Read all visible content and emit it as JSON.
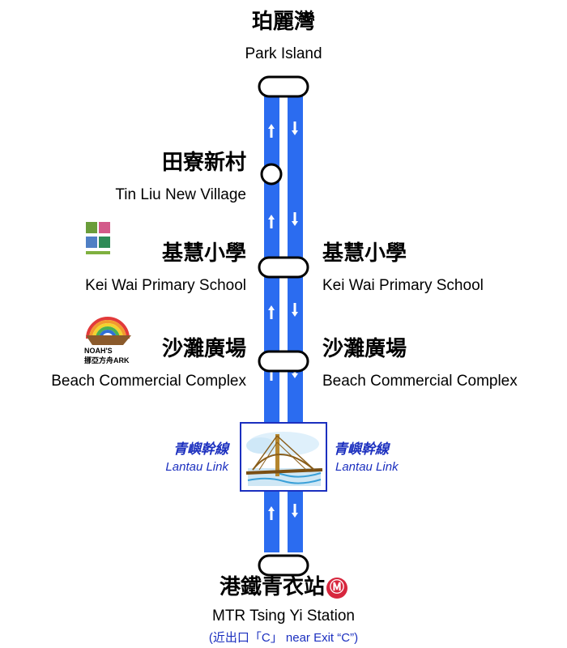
{
  "stops": {
    "park_island": {
      "zh": "珀麗灣",
      "en": "Park Island"
    },
    "tin_liu": {
      "zh": "田寮新村",
      "en": "Tin Liu New Village"
    },
    "kei_wai_left": {
      "zh": "基慧小學",
      "en": "Kei Wai Primary School"
    },
    "kei_wai_right": {
      "zh": "基慧小學",
      "en": "Kei Wai Primary School"
    },
    "beach_left": {
      "zh": "沙灘廣場",
      "en": "Beach Commercial Complex"
    },
    "beach_right": {
      "zh": "沙灘廣場",
      "en": "Beach Commercial Complex"
    },
    "mtr": {
      "zh": "港鐵青衣站",
      "en": "MTR Tsing Yi Station",
      "note": "(近出口「C」 near Exit “C”)"
    }
  },
  "lantau_link": {
    "left": {
      "zh": "青嶼幹線",
      "en": "Lantau Link"
    },
    "right": {
      "zh": "青嶼幹線",
      "en": "Lantau Link"
    }
  },
  "logos": {
    "school": "schoolhouse-logo",
    "noahs": {
      "text": "NOAH'S",
      "sub": "挪亞方舟ARK"
    },
    "mtr": "mtr-logo"
  },
  "colors": {
    "route": "#2b6cf0",
    "link_text": "#1b2fbf",
    "mtr_red": "#d7263d"
  }
}
